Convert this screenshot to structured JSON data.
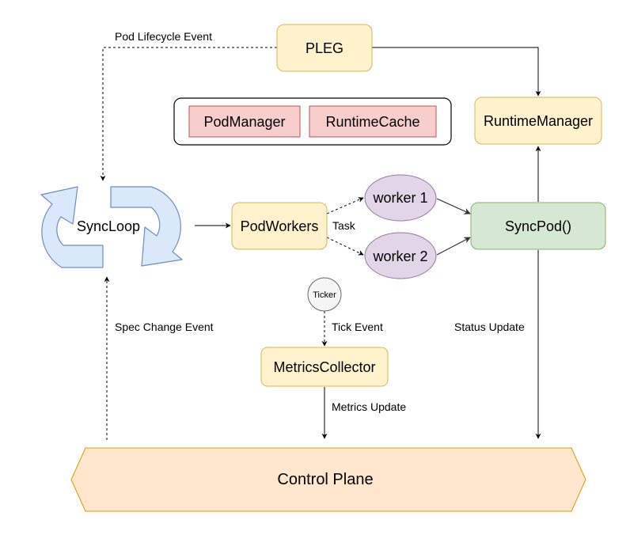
{
  "nodes": {
    "pleg": "PLEG",
    "pod_manager": "PodManager",
    "runtime_cache": "RuntimeCache",
    "runtime_manager": "RuntimeManager",
    "sync_loop": "SyncLoop",
    "pod_workers": "PodWorkers",
    "worker_1": "worker 1",
    "worker_2": "worker 2",
    "sync_pod": "SyncPod()",
    "ticker": "Ticker",
    "metrics_collector": "MetricsCollector",
    "control_plane": "Control Plane"
  },
  "edges": {
    "pod_lifecycle_event": "Pod Lifecycle Event",
    "task": "Task",
    "spec_change_event": "Spec Change Event",
    "tick_event": "Tick Event",
    "status_update": "Status Update",
    "metrics_update": "Metrics Update"
  },
  "colors": {
    "yellow_fill": "#fff2cc",
    "yellow_stroke": "#d6b656",
    "red_fill": "#f8cecc",
    "red_stroke": "#b85450",
    "green_fill": "#d5e8d4",
    "green_stroke": "#82b366",
    "purple_fill": "#e1d5e7",
    "purple_stroke": "#9673a6",
    "blue_fill": "#dae8fc",
    "blue_stroke": "#6c8ebf",
    "orange_fill": "#ffe6cc",
    "orange_stroke": "#d79b00",
    "ticker_fill": "#f5f5f5",
    "ticker_stroke": "#666666"
  }
}
